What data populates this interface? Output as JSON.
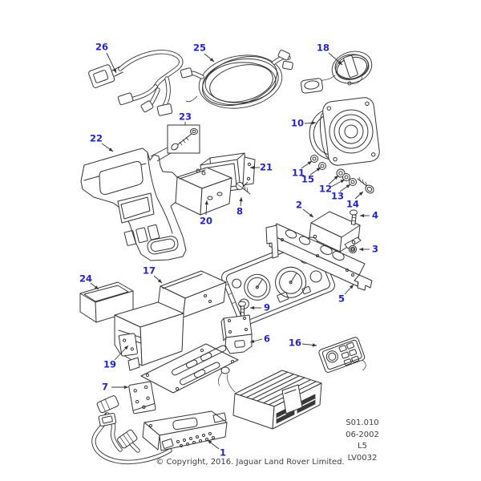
{
  "colors": {
    "callout_blue": "#2323cc",
    "line_art": "#333333",
    "text_gray": "#3e3e3e"
  },
  "callouts": {
    "c1": "1",
    "c2": "2",
    "c3": "3",
    "c4": "4",
    "c5": "5",
    "c6": "6",
    "c7": "7",
    "c8": "8",
    "c9": "9",
    "c10": "10",
    "c11": "11",
    "c12": "12",
    "c13": "13",
    "c14": "14",
    "c15": "15",
    "c16": "16",
    "c17": "17",
    "c18": "18",
    "c19": "19",
    "c20": "20",
    "c21": "21",
    "c22": "22",
    "c23": "23",
    "c24": "24",
    "c25": "25",
    "c26": "26"
  },
  "ref_block": {
    "sheet": "S01.010",
    "date": "06-2002",
    "model": "L5",
    "drawing_no": "LV0032"
  },
  "footer": {
    "copyright": "© Copyright, 2016. Jaguar Land Rover Limited."
  }
}
